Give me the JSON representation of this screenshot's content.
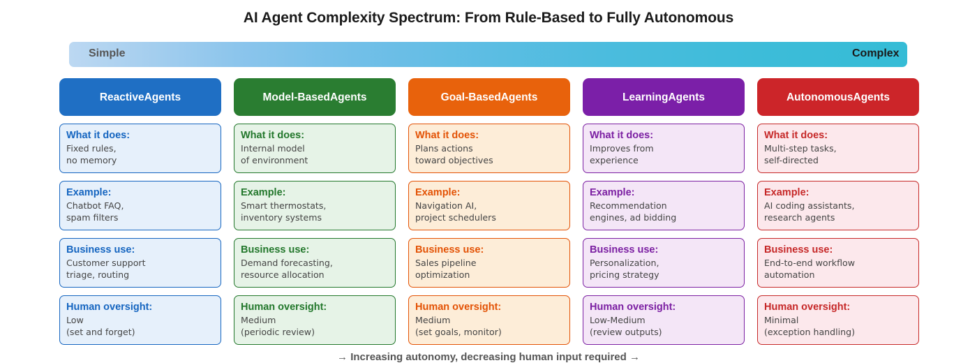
{
  "title": "AI Agent Complexity Spectrum: From Rule-Based to Fully Autonomous",
  "spectrum": {
    "left_label": "Simple",
    "right_label": "Complex",
    "gradient_start": "#bcd8f2",
    "gradient_end": "#35bcd6"
  },
  "footer": {
    "left_arrow": "→",
    "text": "Increasing autonomy, decreasing human input required",
    "right_arrow": "→"
  },
  "row_labels": [
    "What it does:",
    "Example:",
    "Business use:",
    "Human oversight:"
  ],
  "columns": [
    {
      "header_line1": "Reactive",
      "header_line2": "Agents",
      "header_color": "#1f6fc4",
      "accent": "#1565c0",
      "cell_bg": "#e6f0fb",
      "cell_border": "#1565c0",
      "cells": [
        {
          "label": "What it does:",
          "body": "Fixed rules,\nno memory"
        },
        {
          "label": "Example:",
          "body": "Chatbot FAQ,\nspam filters"
        },
        {
          "label": "Business use:",
          "body": "Customer support\ntriage, routing"
        },
        {
          "label": "Human oversight:",
          "body": "Low\n(set and forget)"
        }
      ]
    },
    {
      "header_line1": "Model-Based",
      "header_line2": "Agents",
      "header_color": "#2a7d31",
      "accent": "#22772b",
      "cell_bg": "#e6f3e7",
      "cell_border": "#22772b",
      "cells": [
        {
          "label": "What it does:",
          "body": "Internal model\nof environment"
        },
        {
          "label": "Example:",
          "body": "Smart thermostats,\ninventory systems"
        },
        {
          "label": "Business use:",
          "body": "Demand forecasting,\nresource allocation"
        },
        {
          "label": "Human oversight:",
          "body": "Medium\n(periodic review)"
        }
      ]
    },
    {
      "header_line1": "Goal-Based",
      "header_line2": "Agents",
      "header_color": "#e8620c",
      "accent": "#e35205",
      "cell_bg": "#fdedd8",
      "cell_border": "#e35205",
      "cells": [
        {
          "label": "What it does:",
          "body": "Plans actions\ntoward objectives"
        },
        {
          "label": "Example:",
          "body": "Navigation AI,\nproject schedulers"
        },
        {
          "label": "Business use:",
          "body": "Sales pipeline\noptimization"
        },
        {
          "label": "Human oversight:",
          "body": "Medium\n(set goals, monitor)"
        }
      ]
    },
    {
      "header_line1": "Learning",
      "header_line2": "Agents",
      "header_color": "#7b1fa8",
      "accent": "#7b1fa2",
      "cell_bg": "#f4e6f7",
      "cell_border": "#7b1fa2",
      "cells": [
        {
          "label": "What it does:",
          "body": "Improves from\nexperience"
        },
        {
          "label": "Example:",
          "body": "Recommendation\nengines, ad bidding"
        },
        {
          "label": "Business use:",
          "body": "Personalization,\npricing strategy"
        },
        {
          "label": "Human oversight:",
          "body": "Low-Medium\n(review outputs)"
        }
      ]
    },
    {
      "header_line1": "Autonomous",
      "header_line2": "Agents",
      "header_color": "#cc2529",
      "accent": "#c62828",
      "cell_bg": "#fce8ec",
      "cell_border": "#c62828",
      "cells": [
        {
          "label": "What it does:",
          "body": "Multi-step tasks,\nself-directed"
        },
        {
          "label": "Example:",
          "body": "AI coding assistants,\nresearch agents"
        },
        {
          "label": "Business use:",
          "body": "End-to-end workflow\nautomation"
        },
        {
          "label": "Human oversight:",
          "body": "Minimal\n(exception handling)"
        }
      ]
    }
  ]
}
